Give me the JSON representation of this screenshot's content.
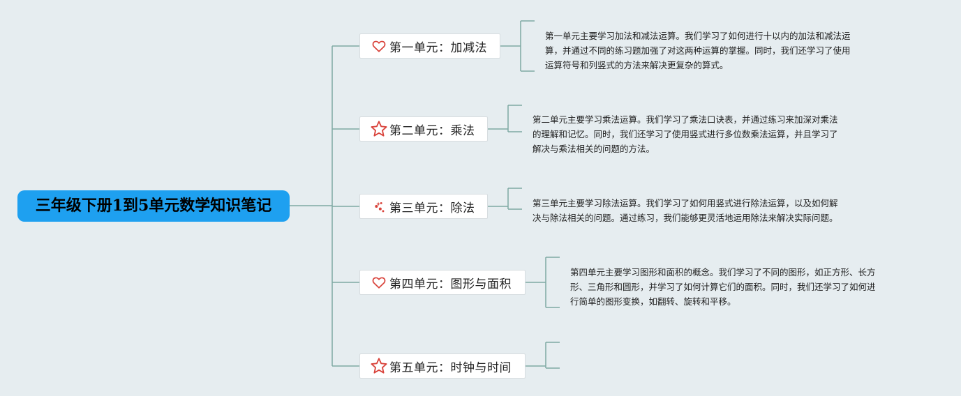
{
  "root": {
    "title": "三年级下册1到5单元数学知识笔记"
  },
  "accent_color": "#1ea0f0",
  "line_color": "#7fa9a3",
  "units": [
    {
      "icon": "heart-icon",
      "label": "第一单元：加减法",
      "note_lines": [
        "第一单元主要学习加法和减法运算。我们学习了如何进行十以内的加法和减法运",
        "算，并通过不同的练习题加强了对这两种运算的掌握。同时，我们还学习了使用",
        "运算符号和列竖式的方法来解决更复杂的算式。"
      ]
    },
    {
      "icon": "star-icon",
      "label": "第二单元：乘法",
      "note_lines": [
        "第二单元主要学习乘法运算。我们学习了乘法口诀表，并通过练习来加深对乘法",
        "的理解和记忆。同时，我们还学习了使用竖式进行多位数乘法运算，并且学习了",
        "解决与乘法相关的问题的方法。"
      ]
    },
    {
      "icon": "sparkle-icon",
      "label": "第三单元：除法",
      "note_lines": [
        "第三单元主要学习除法运算。我们学习了如何用竖式进行除法运算，以及如何解",
        "决与除法相关的问题。通过练习，我们能够更灵活地运用除法来解决实际问题。"
      ]
    },
    {
      "icon": "heart-icon",
      "label": "第四单元：图形与面积",
      "note_lines": [
        "第四单元主要学习图形和面积的概念。我们学习了不同的图形，如正方形、长方",
        "形、三角形和圆形，并学习了如何计算它们的面积。同时，我们还学习了如何进",
        "行简单的图形变换，如翻转、旋转和平移。"
      ]
    },
    {
      "icon": "star-icon",
      "label": "第五单元：时钟与时间",
      "note_lines": []
    }
  ]
}
